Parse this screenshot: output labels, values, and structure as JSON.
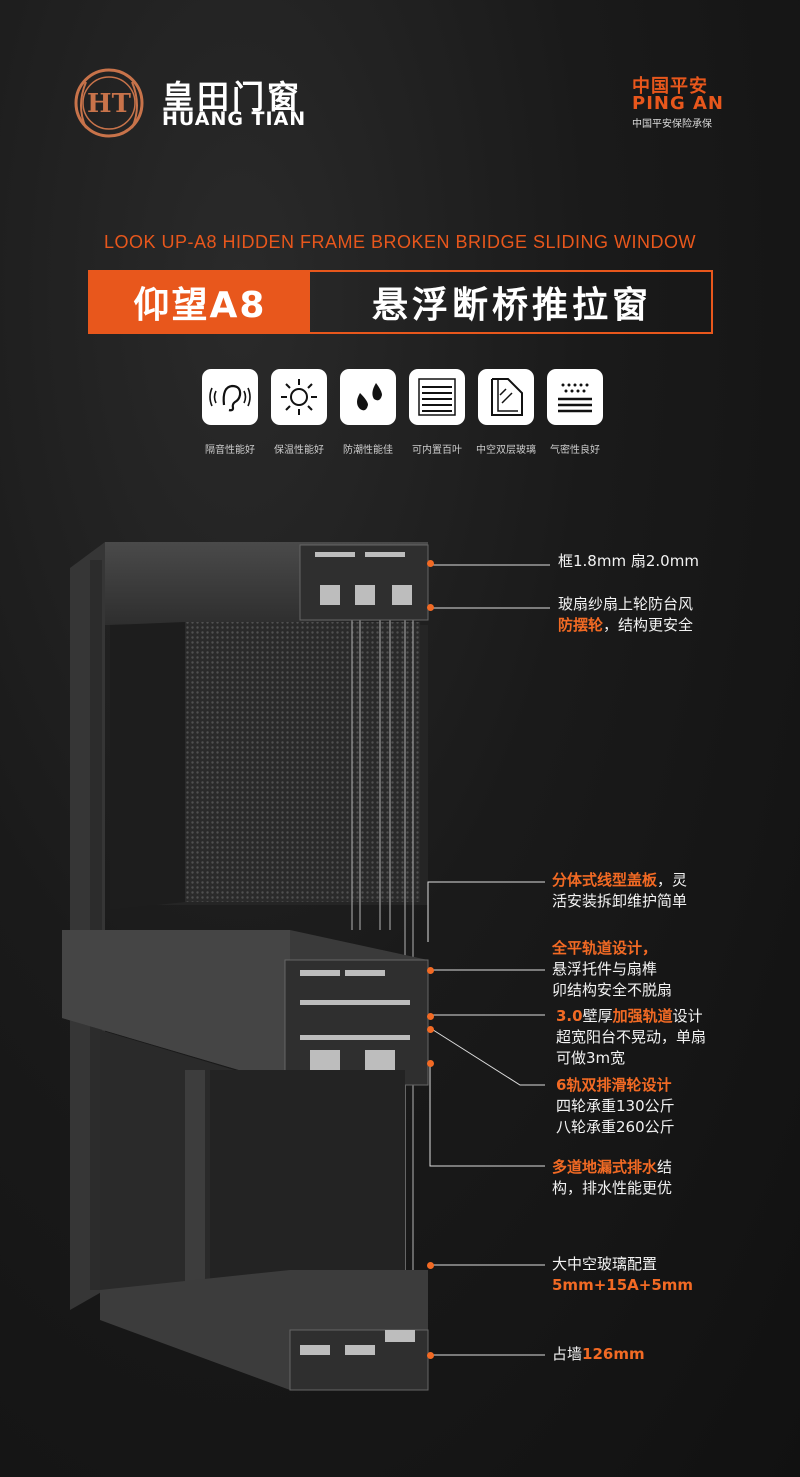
{
  "header": {
    "logo_letters": "HT",
    "brand_cn": "皇田门窗",
    "brand_en": "HUANG TIAN",
    "partner_cn": "中国平安",
    "partner_en": "PING AN",
    "partner_sub": "中国平安保险承保"
  },
  "title": {
    "subtitle_en": "LOOK UP-A8 HIDDEN FRAME BROKEN BRIDGE SLIDING WINDOW",
    "model": "仰望A8",
    "name": "悬浮断桥推拉窗"
  },
  "features": [
    {
      "icon": "ear-icon",
      "label": "隔音性能好"
    },
    {
      "icon": "sun-icon",
      "label": "保温性能好"
    },
    {
      "icon": "water-drops-icon",
      "label": "防潮性能佳"
    },
    {
      "icon": "blinds-icon",
      "label": "可内置百叶"
    },
    {
      "icon": "double-glass-icon",
      "label": "中空双层玻璃"
    },
    {
      "icon": "seal-icon",
      "label": "气密性良好"
    }
  ],
  "annotations": {
    "frame": "框1.8mm  扇2.0mm",
    "wheel_line1": "玻扇纱扇上轮防台风",
    "wheel_hl": "防摆轮",
    "wheel_rest": "，结构更安全",
    "cover_hl": "分体式线型盖板",
    "cover_rest1": "，灵",
    "cover_line2": "活安装拆卸维护简单",
    "track_hl": "全平轨道设计，",
    "track_line2": "悬浮托件与扇榫",
    "track_line3": "卯结构安全不脱扇",
    "thick_hl1": "3.0",
    "thick_mid": "壁厚",
    "thick_hl2": "加强轨道",
    "thick_rest": "设计",
    "thick_line2": "超宽阳台不晃动，单扇",
    "thick_line3": "可做3m宽",
    "rail_hl": "6轨双排滑轮设计",
    "rail_line2": "四轮承重130公斤",
    "rail_line3": "八轮承重260公斤",
    "drain_hl": "多道地漏式排水",
    "drain_rest": "结",
    "drain_line2": "构，排水性能更优",
    "glass_line1": "大中空玻璃配置",
    "glass_hl": "5mm+15A+5mm",
    "wall_line": "占墙",
    "wall_hl": "126mm"
  },
  "colors": {
    "accent": "#e8571c",
    "profile": "#3c3c3c",
    "background": "#151515"
  }
}
